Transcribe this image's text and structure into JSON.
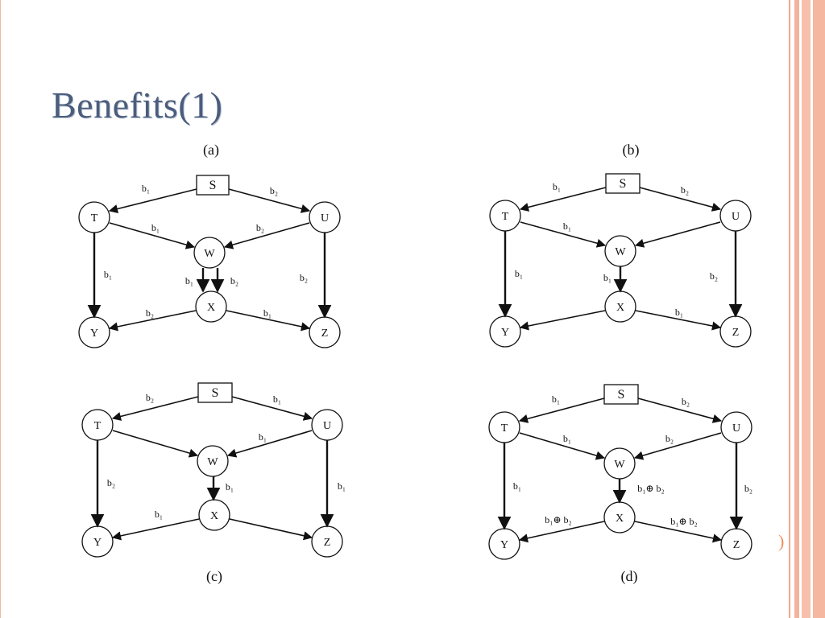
{
  "slide": {
    "title": "Benefits(1)"
  },
  "panels": [
    {
      "caption": "(a)",
      "source": "S",
      "nodes": {
        "T": "T",
        "U": "U",
        "W": "W",
        "X": "X",
        "Y": "Y",
        "Z": "Z"
      },
      "labels": {
        "s_t": "b₁",
        "s_u": "b₂",
        "t_w": "b₁",
        "u_w": "b₂",
        "t_y": "b₁",
        "u_z": "b₂",
        "w_x_1": "b₁",
        "w_x_2": "b₂",
        "x_y": "b₂",
        "x_z": "b₁"
      }
    },
    {
      "caption": "(b)",
      "source": "S",
      "nodes": {
        "T": "T",
        "U": "U",
        "W": "W",
        "X": "X",
        "Y": "Y",
        "Z": "Z"
      },
      "labels": {
        "s_t": "b₁",
        "s_u": "b₂",
        "t_w": "b₁",
        "t_y": "b₁",
        "u_z": "b₂",
        "w_x": "b₁",
        "x_z": "b₁"
      }
    },
    {
      "caption": "(c)",
      "source": "S",
      "nodes": {
        "T": "T",
        "U": "U",
        "W": "W",
        "X": "X",
        "Y": "Y",
        "Z": "Z"
      },
      "labels": {
        "s_t": "b₂",
        "s_u": "b₁",
        "u_w": "b₁",
        "t_y": "b₂",
        "u_z": "b₁",
        "w_x": "b₁",
        "x_y": "b₁"
      }
    },
    {
      "caption": "(d)",
      "source": "S",
      "nodes": {
        "T": "T",
        "U": "U",
        "W": "W",
        "X": "X",
        "Y": "Y",
        "Z": "Z"
      },
      "labels": {
        "s_t": "b₁",
        "s_u": "b₂",
        "t_w": "b₁",
        "u_w": "b₂",
        "t_y": "b₁",
        "u_z": "b₂",
        "w_x": "b₁⊕ b₂",
        "x_y": "b₁⊕ b₂",
        "x_z": "b₁⊕ b₂"
      }
    }
  ],
  "colors": {
    "title": "#4b5d7d",
    "border_accent": "#f1a88d"
  }
}
